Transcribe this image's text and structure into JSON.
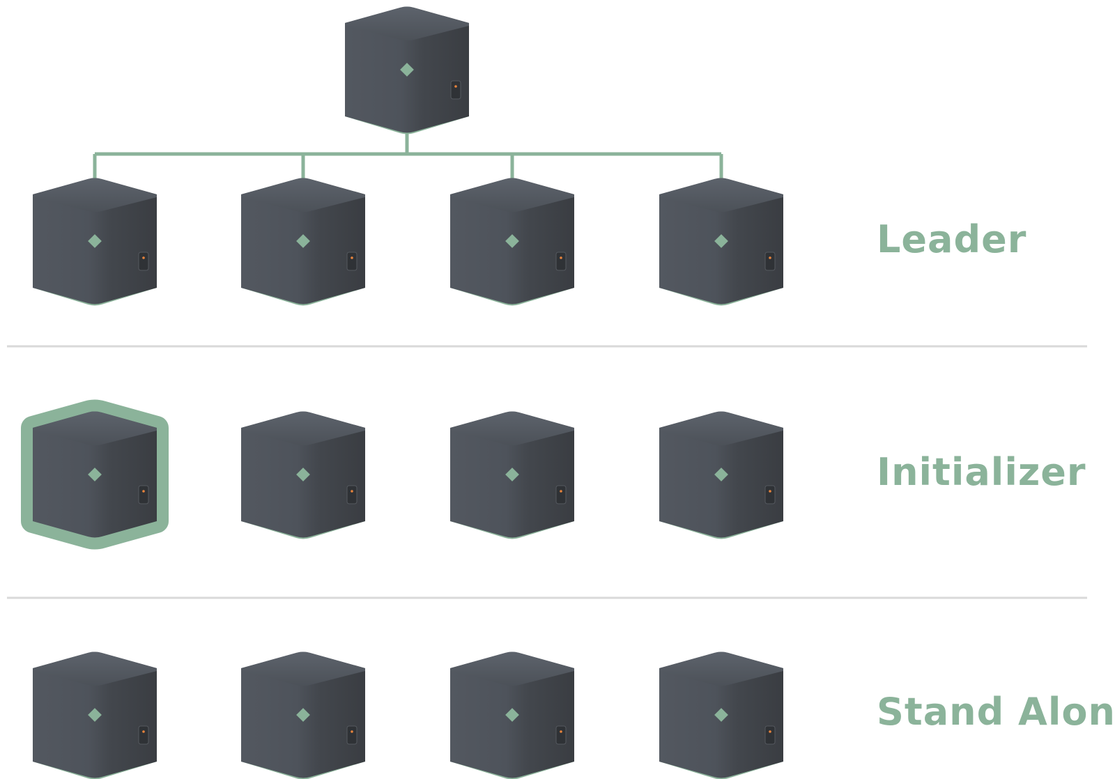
{
  "colors": {
    "accent": "#8bb39a",
    "divider": "#d9d9d9",
    "device_light": "#5a6069",
    "device_dark": "#3a3d42",
    "status_led": "#e8843c"
  },
  "device_icon": "mesh-router-cube-icon",
  "sections": [
    {
      "id": "leader",
      "label": "Leader",
      "device_count": 4,
      "has_leader_device": true,
      "highlighted_device_index": null
    },
    {
      "id": "initializer",
      "label": "Initializer",
      "device_count": 4,
      "has_leader_device": false,
      "highlighted_device_index": 0
    },
    {
      "id": "stand-alone",
      "label": "Stand Alone",
      "device_count": 4,
      "has_leader_device": false,
      "highlighted_device_index": null
    }
  ]
}
